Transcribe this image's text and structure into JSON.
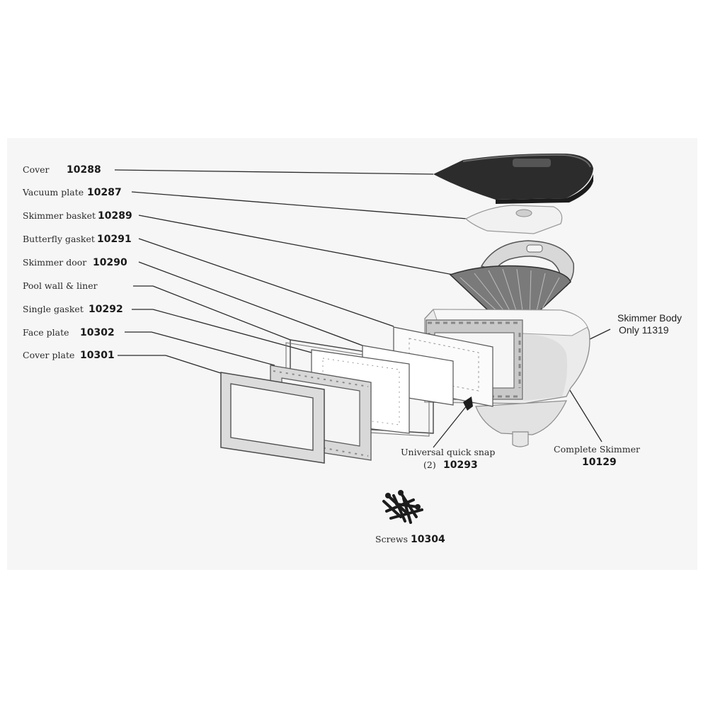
{
  "labels": [
    {
      "name": "Cover",
      "number": "10288"
    },
    {
      "name": "Vacuum plate",
      "number": "10287"
    },
    {
      "name": "Skimmer basket",
      "number": "10289"
    },
    {
      "name": "Butterfly gasket",
      "number": "10291"
    },
    {
      "name": "Skimmer door",
      "number": "10290"
    },
    {
      "name": "Pool wall & liner",
      "number": ""
    },
    {
      "name": "Single gasket",
      "number": "10292"
    },
    {
      "name": "Face plate",
      "number": "10302"
    },
    {
      "name": "Cover plate",
      "number": "10301"
    }
  ],
  "callouts": {
    "skimmer_body_line1": "Skimmer Body",
    "skimmer_body_line2": "Only 11319",
    "complete_skimmer_name": "Complete Skimmer",
    "complete_skimmer_number": "10129",
    "quick_snap_name": "Universal quick snap",
    "quick_snap_qty": "(2)",
    "quick_snap_number": "10293",
    "screws_name": "Screws",
    "screws_number": "10304"
  }
}
